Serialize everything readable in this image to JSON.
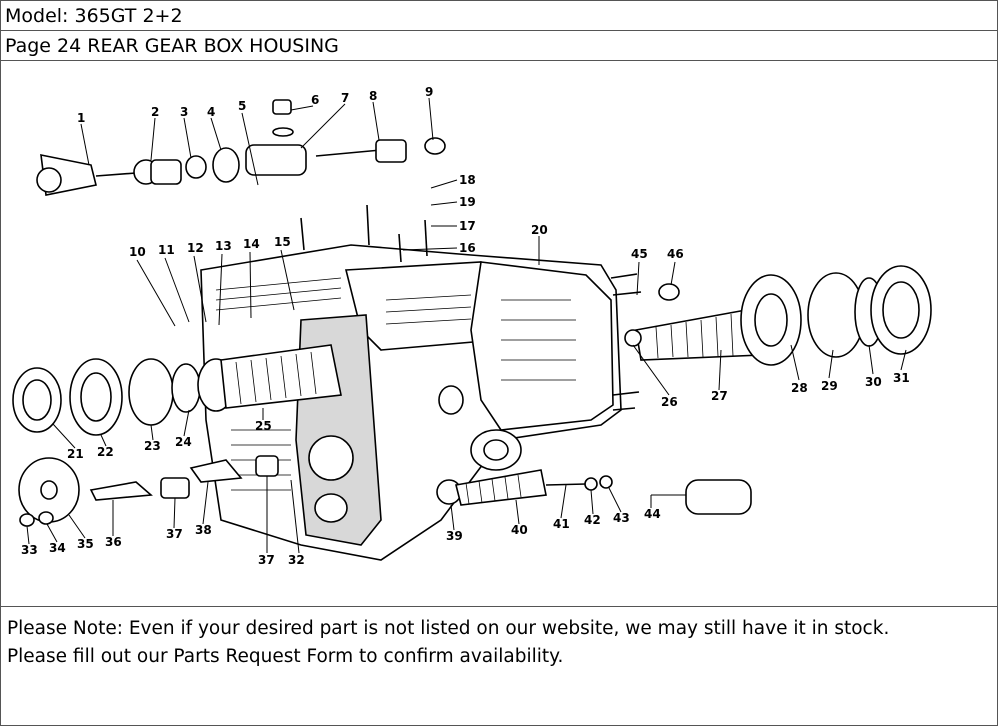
{
  "header": {
    "model_label": "Model: 365GT 2+2",
    "page_label": "Page 24  REAR GEAR BOX HOUSING"
  },
  "diagram": {
    "callouts": [
      "1",
      "2",
      "3",
      "4",
      "5",
      "6",
      "7",
      "8",
      "9",
      "10",
      "11",
      "12",
      "13",
      "14",
      "15",
      "16",
      "17",
      "18",
      "19",
      "20",
      "21",
      "22",
      "23",
      "24",
      "25",
      "26",
      "27",
      "28",
      "29",
      "30",
      "31",
      "32",
      "33",
      "34",
      "35",
      "36",
      "37",
      "37",
      "38",
      "39",
      "40",
      "41",
      "42",
      "43",
      "44",
      "45",
      "46"
    ]
  },
  "footer": {
    "note_line1": "Please Note: Even if your desired part is not listed on our website, we may still have it in stock.",
    "note_line2": "Please fill out our Parts Request Form to confirm availability."
  }
}
